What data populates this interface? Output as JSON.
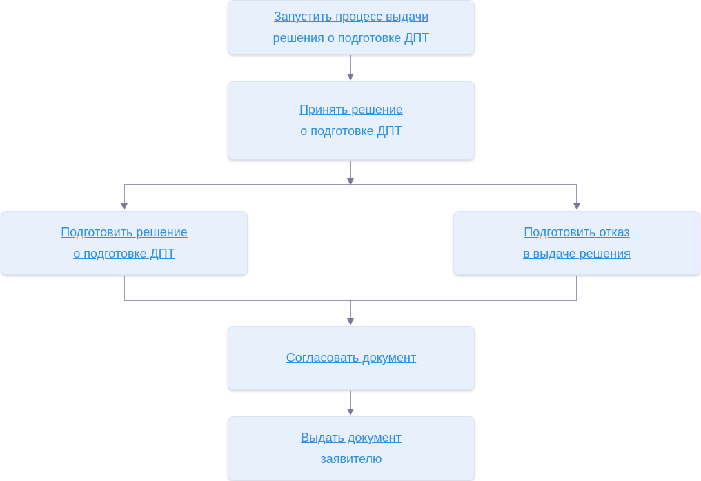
{
  "colors": {
    "node_fill": "#e8f0fc",
    "link_text": "#2f8fe0",
    "connector": "#7a7a96"
  },
  "nodes": {
    "start_process": {
      "line1": "Запустить процесс выдачи",
      "line2": "решения о подготовке ДПТ"
    },
    "make_decision": {
      "line1": "Принять решение",
      "line2": "о подготовке ДПТ"
    },
    "prepare_decision": {
      "line1": "Подготовить решение",
      "line2": "о подготовке ДПТ"
    },
    "prepare_refusal": {
      "line1": "Подготовить отказ",
      "line2": "в выдаче решения"
    },
    "approve_document": {
      "line1": "Согласовать документ"
    },
    "issue_document": {
      "line1": "Выдать документ",
      "line2": "заявителю"
    }
  },
  "edges": [
    {
      "from": "start_process",
      "to": "make_decision"
    },
    {
      "from": "make_decision",
      "to": "prepare_decision"
    },
    {
      "from": "make_decision",
      "to": "prepare_refusal"
    },
    {
      "from": "prepare_decision",
      "to": "approve_document"
    },
    {
      "from": "prepare_refusal",
      "to": "approve_document"
    },
    {
      "from": "approve_document",
      "to": "issue_document"
    }
  ]
}
